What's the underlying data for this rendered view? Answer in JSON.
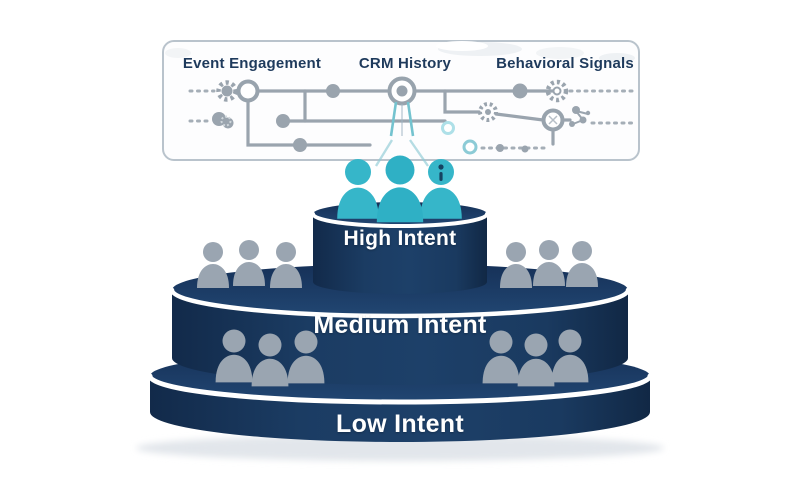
{
  "panel": {
    "sources": [
      {
        "label": "Event Engagement"
      },
      {
        "label": "CRM History"
      },
      {
        "label": "Behavioral Signals"
      }
    ]
  },
  "tiers": [
    {
      "id": "high",
      "label": "High Intent",
      "people_count": 3,
      "people_color": "#36b6c9"
    },
    {
      "id": "medium",
      "label": "Medium Intent",
      "people_count": 6,
      "people_color": "#9aa5b1"
    },
    {
      "id": "low",
      "label": "Low Intent",
      "people_count": 6,
      "people_color": "#9aa5b1"
    }
  ],
  "colors": {
    "tier_navy": "#17365d",
    "tier_navy_light": "#1e4269",
    "rim_white": "#ffffff",
    "accent_teal": "#36b6c9",
    "person_gray": "#9aa5b1",
    "network_line_gray": "#9aa4ae",
    "panel_border": "#b9c3cc",
    "panel_label_navy": "#1e3a5c",
    "shadow_gray": "#e2e6eb"
  },
  "icons": {
    "person": "person-icon",
    "gear": "gear-icon",
    "cloud": "cloud-icon",
    "node": "network-node-icon",
    "molecule": "molecule-icon"
  }
}
